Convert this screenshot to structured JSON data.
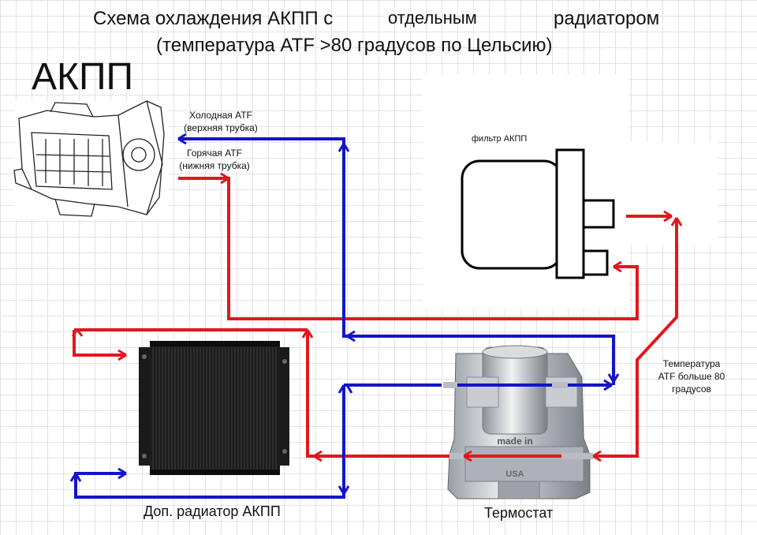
{
  "title": {
    "part1": "Схема охлаждения АКПП с",
    "part2": "отдельным",
    "part3": "радиатором",
    "line2": "(температура ATF >80 градусов по Цельсию)"
  },
  "akpp_heading": "АКПП",
  "labels": {
    "cold_atf": "Холодная ATF",
    "cold_atf_note": "(верхняя трубка)",
    "hot_atf": "Горячая ATF",
    "hot_atf_note": "(нижняя трубка)",
    "filter": "фильтр АКПП",
    "temp_line1": "Температура",
    "temp_line2": "ATF больше 80",
    "temp_line3": "градусов",
    "radiator": "Доп. радиатор АКПП",
    "thermostat": "Термостат",
    "made_in": "made in",
    "usa": "USA"
  },
  "colors": {
    "hot": "#e0181f",
    "cold": "#1414c8"
  }
}
